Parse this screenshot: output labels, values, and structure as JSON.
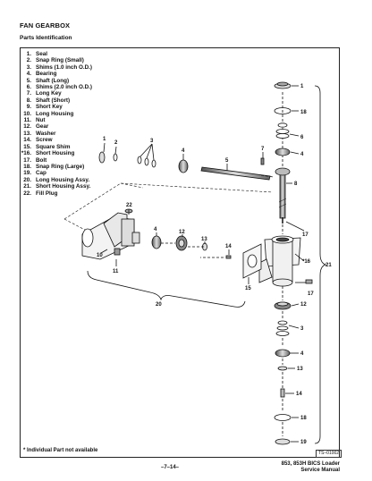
{
  "header": {
    "title": "FAN GEARBOX",
    "subtitle": "Parts Identification"
  },
  "parts_list": [
    {
      "num": "1.",
      "name": "Seal"
    },
    {
      "num": "2.",
      "name": "Snap Ring (Small)"
    },
    {
      "num": "3.",
      "name": "Shims (1.0 inch O.D.)"
    },
    {
      "num": "4.",
      "name": "Bearing"
    },
    {
      "num": "5.",
      "name": "Shaft (Long)"
    },
    {
      "num": "6.",
      "name": "Shims (2.0 inch O.D.)"
    },
    {
      "num": "7.",
      "name": "Long Key"
    },
    {
      "num": "8.",
      "name": "Shaft (Short)"
    },
    {
      "num": "9.",
      "name": "Short Key"
    },
    {
      "num": "10.",
      "name": "Long Housing"
    },
    {
      "num": "11.",
      "name": "Nut"
    },
    {
      "num": "12.",
      "name": "Gear"
    },
    {
      "num": "13.",
      "name": "Washer"
    },
    {
      "num": "14.",
      "name": "Screw"
    },
    {
      "num": "15.",
      "name": "Square Shim"
    },
    {
      "num": "*16.",
      "name": "Short Housing"
    },
    {
      "num": "17.",
      "name": "Bolt"
    },
    {
      "num": "18.",
      "name": "Snap Ring (Large)"
    },
    {
      "num": "19.",
      "name": "Cap"
    },
    {
      "num": "20.",
      "name": "Long Housing Assy."
    },
    {
      "num": "21.",
      "name": "Short Housing Assy."
    },
    {
      "num": "22.",
      "name": "Fill Plug"
    }
  ],
  "callouts": {
    "c1": "1",
    "c2": "2",
    "c3": "3",
    "c4": "4",
    "c5": "5",
    "c7": "7",
    "r1": "1",
    "r18": "18",
    "r6": "6",
    "r4": "4",
    "r8": "8",
    "r17": "17",
    "r16": "*16",
    "r21": "21",
    "c22": "22",
    "c10": "10",
    "c11": "11",
    "c4b": "4",
    "c12": "12",
    "c13": "13",
    "c14": "14",
    "c15": "15",
    "c17b": "17",
    "c20": "20",
    "r12": "12",
    "r3": "3",
    "r4b": "4",
    "r13": "13",
    "r14": "14",
    "r18b": "18",
    "r19": "19"
  },
  "footer": {
    "footnote": "* Individual Part not available",
    "code": "TS–01002",
    "page": "–7–14–",
    "manual_line1": "853, 853H BICS Loader",
    "manual_line2": "Service Manual"
  }
}
